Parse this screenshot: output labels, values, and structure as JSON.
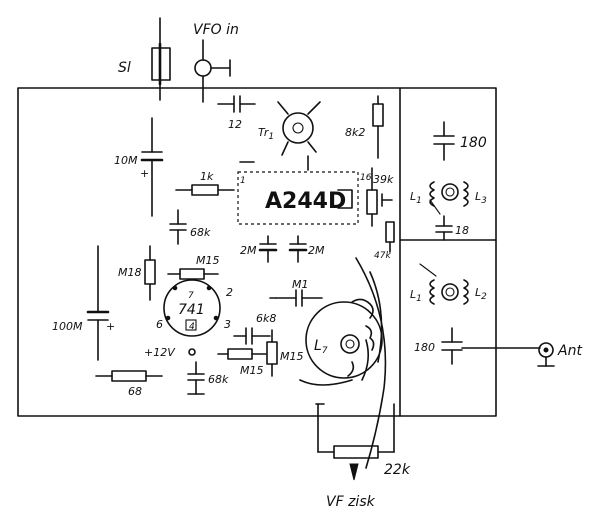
{
  "labels": {
    "sl": "Sl",
    "vfo_in": "VFO in",
    "c12": "12",
    "tr1": "Tr",
    "tr1_sub": "1",
    "r8k2": "8k2",
    "c180_top": "180",
    "c10m": "10M",
    "r1k": "1k",
    "ic_a244": "A244D",
    "r39": "39k",
    "l1_top": "L",
    "l1_top_sub": "1",
    "l3": "L",
    "l3_sub": "3",
    "c18": "18",
    "r68k_a": "68k",
    "c2m_left": "2M",
    "c2m_right": "2M",
    "r47k": "47k",
    "l1_bot": "L",
    "l1_bot_sub": "1",
    "l2": "L",
    "l2_sub": "2",
    "m18": "M18",
    "m15_top": "M15",
    "pin2": "2",
    "pin7": "7",
    "ic_741": "741",
    "pin4": "4",
    "pin6": "6",
    "pin3": "3",
    "c100m": "100M",
    "c1m": "M1",
    "l7": "L",
    "l7_sub": "7",
    "c180_bot": "180",
    "ant": "Ant",
    "c6k8": "6k8",
    "m15_bot": "M15",
    "m15_side": "M15",
    "plus12v": "+12V",
    "r68": "68",
    "r68k_b": "68k",
    "p22k": "22k",
    "vf_zisk": "VF zisk",
    "pin1": "1",
    "pin16": "16",
    "plus": "+"
  }
}
